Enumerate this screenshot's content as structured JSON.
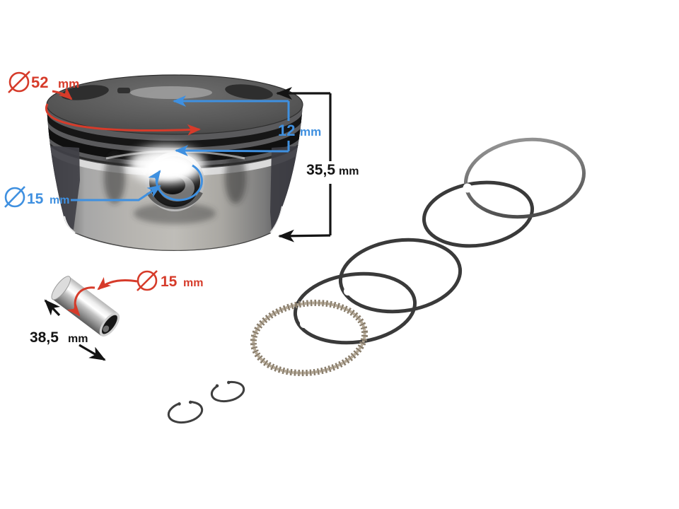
{
  "image": {
    "kind": "piston-kit-dimension-photo",
    "background": "#ffffff"
  },
  "annotations": {
    "piston_diameter": {
      "symbol": "⌀",
      "value": "52",
      "unit": "mm",
      "color": "#d63b2a"
    },
    "ring_belt_height": {
      "value": "12",
      "unit": "mm",
      "color": "#3f90e0"
    },
    "piston_height": {
      "value": "35,5",
      "unit": "mm",
      "color": "#141414"
    },
    "pin_bore_diameter": {
      "symbol": "⌀",
      "value": "15",
      "unit": "mm",
      "color": "#3f90e0"
    },
    "pin_diameter": {
      "symbol": "⌀",
      "value": "15",
      "unit": "mm",
      "color": "#d63b2a"
    },
    "pin_length": {
      "value": "38,5",
      "unit": "mm",
      "color": "#141414"
    }
  },
  "colors": {
    "annotation_red": "#d63b2a",
    "annotation_blue": "#3f90e0",
    "annotation_black": "#141414",
    "piston_body": "#a8a8a8",
    "ring_dark": "#3a3a3a",
    "ring_chrome": "#6f6f6f",
    "expander_ring": "#8a7e6c"
  }
}
